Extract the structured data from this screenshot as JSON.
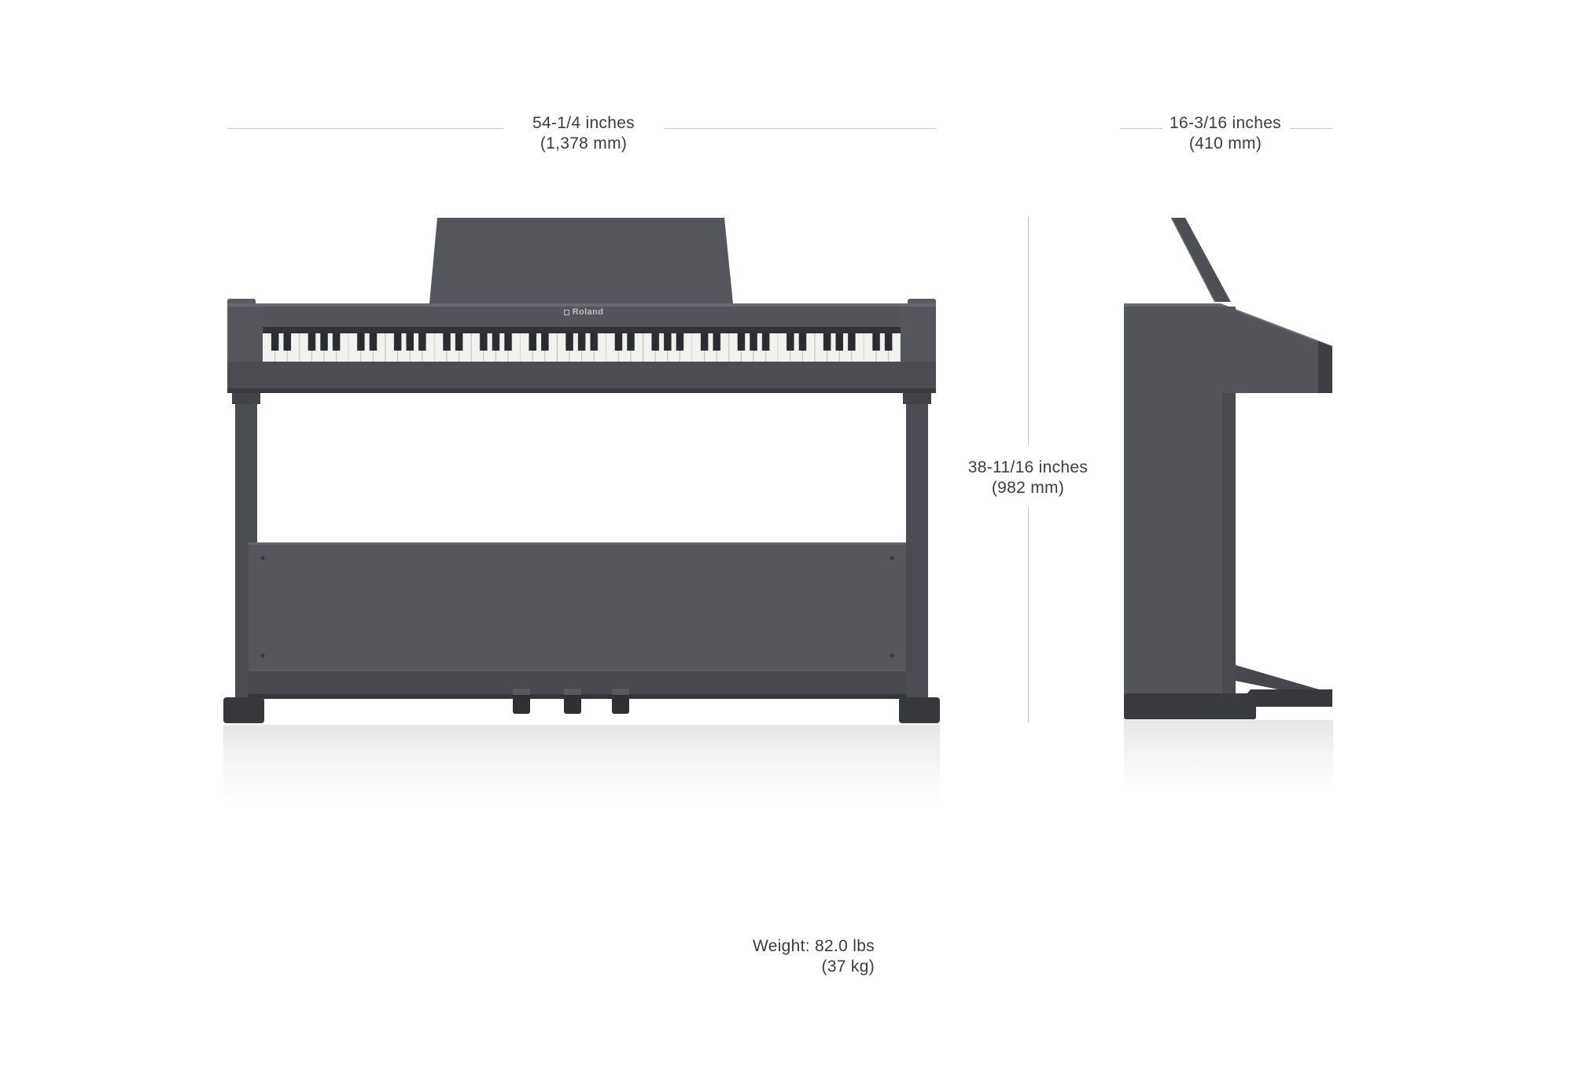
{
  "dimensions": {
    "width": {
      "imperial": "54-1/4 inches",
      "metric": "(1,378 mm)"
    },
    "depth": {
      "imperial": "16-3/16 inches",
      "metric": "(410 mm)"
    },
    "height": {
      "imperial": "38-11/16 inches",
      "metric": "(982 mm)"
    }
  },
  "weight": {
    "imperial": "Weight: 82.0 lbs",
    "metric": "(37 kg)"
  },
  "branding": {
    "logo_text": "Roland"
  },
  "colors": {
    "background": "#ffffff",
    "text": "#3b3c3f",
    "dimension_line": "#c8c9cb",
    "piano_body": "#54555a",
    "piano_dark": "#3a3b3f",
    "keys_white": "#f1f1ef",
    "keys_black": "#2b2c30"
  }
}
